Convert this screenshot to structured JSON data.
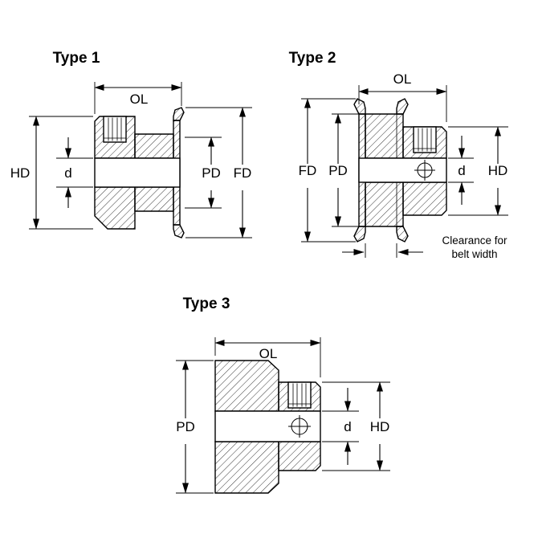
{
  "figure": {
    "title_color": "#2222c0",
    "types": [
      {
        "title": "Type 1",
        "dims": {
          "ol": "OL",
          "hd": "HD",
          "d": "d",
          "pd": "PD",
          "fd": "FD"
        }
      },
      {
        "title": "Type 2",
        "dims": {
          "ol": "OL",
          "fd": "FD",
          "pd": "PD",
          "d": "d",
          "hd": "HD"
        },
        "note": {
          "line1": "Clearance for",
          "line2": "belt width"
        }
      },
      {
        "title": "Type 3",
        "dims": {
          "ol": "OL",
          "pd": "PD",
          "d": "d",
          "hd": "HD"
        }
      }
    ]
  }
}
